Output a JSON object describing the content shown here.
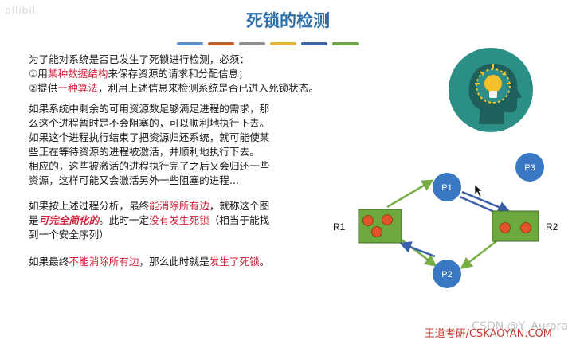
{
  "page": {
    "watermark_top": "bilibili",
    "title": "死锁的检测",
    "accent_bars": [
      "#5b8fc9",
      "#c0612b",
      "#8f8f8f",
      "#e2b53a",
      "#3d63a8",
      "#6fa64a"
    ],
    "intro_line": "为了能对系统是否已发生了死锁进行检测，必须：",
    "item1_prefix": "①用",
    "item1_highlight": "某种数据结构",
    "item1_suffix": "来保存资源的请求和分配信息；",
    "item2_prefix": "②提供",
    "item2_highlight": "一种算法",
    "item2_suffix": "，利用上述信息来检测系统是否已进入死锁状态。",
    "para2_line1": "如果系统中剩余的可用资源数足够满足进程的需求，那",
    "para2_line2": "么这个进程暂时是不会阻塞的，可以顺利地执行下去。",
    "para2_line3": "如果这个进程执行结束了把资源归还系统，就可能使某",
    "para2_line4": "些正在等待资源的进程被激活，并顺利地执行下去。",
    "para2_line5": "相应的，这些被激活的进程执行完了之后又会归还一些",
    "para2_line6": "资源，这样可能又会激活另外一些阻塞的进程...",
    "para3_a": "如果按上述过程分析，最终",
    "para3_b": "能消除所有边",
    "para3_c": "，就称这个图",
    "para3_d": "是",
    "para3_e": "可完全简化的",
    "para3_f": "。此时一定",
    "para3_g": "没有发生死锁",
    "para3_h": "（相当于能找",
    "para3_i": "到一个安全序列）",
    "para4_a": "如果最终",
    "para4_b": "不能消除所有边",
    "para4_c": "，那么此时就是",
    "para4_d": "发生了死锁",
    "para4_e": "。",
    "footer": "王道考研/CSKAOYAN.COM",
    "csdn": "CSDN @Y_Aurora"
  },
  "graph": {
    "p1": "P1",
    "p2": "P2",
    "p3": "P3",
    "r1": "R1",
    "r2": "R2",
    "node_color": "#3b78c4",
    "resource_color": "#6ca93f",
    "instance_color": "#e0552a",
    "request_edge_color": "#3b5ea8",
    "assign_edge_color": "#76ad45"
  }
}
